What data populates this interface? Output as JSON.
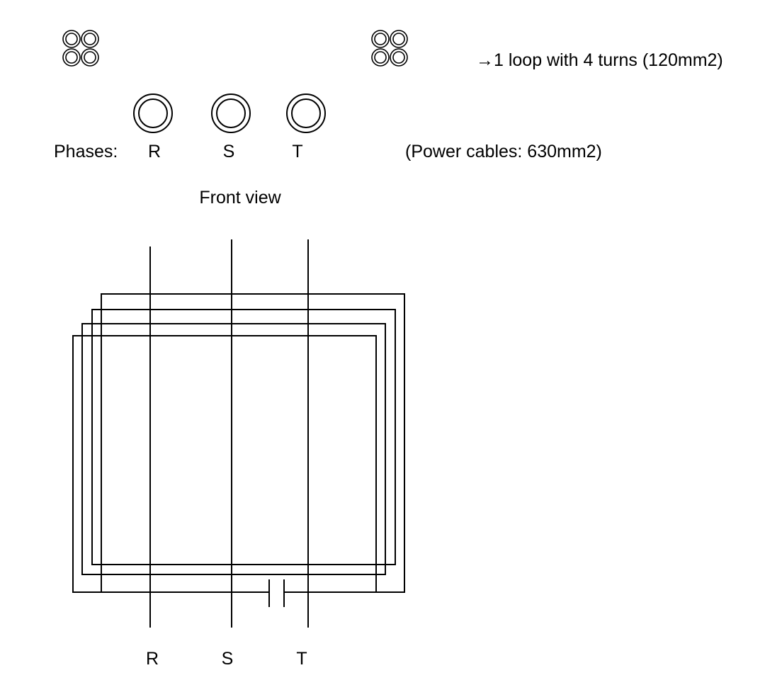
{
  "top_view": {
    "loop_note": "→1 loop with 4 turns (120mm2)",
    "phases_label": "Phases:",
    "phase_r": "R",
    "phase_s": "S",
    "phase_t": "T",
    "power_cables_note": "(Power cables: 630mm2)"
  },
  "front_view": {
    "title": "Front view",
    "phase_r": "R",
    "phase_s": "S",
    "phase_t": "T"
  },
  "colors": {
    "line": "#000000",
    "background": "#ffffff"
  },
  "icons": {
    "loop_cable_bundle": "four-small-circle-cable-bundle",
    "power_cable": "double-ring-cable-cross-section",
    "capacitor": "capacitor-symbol"
  }
}
